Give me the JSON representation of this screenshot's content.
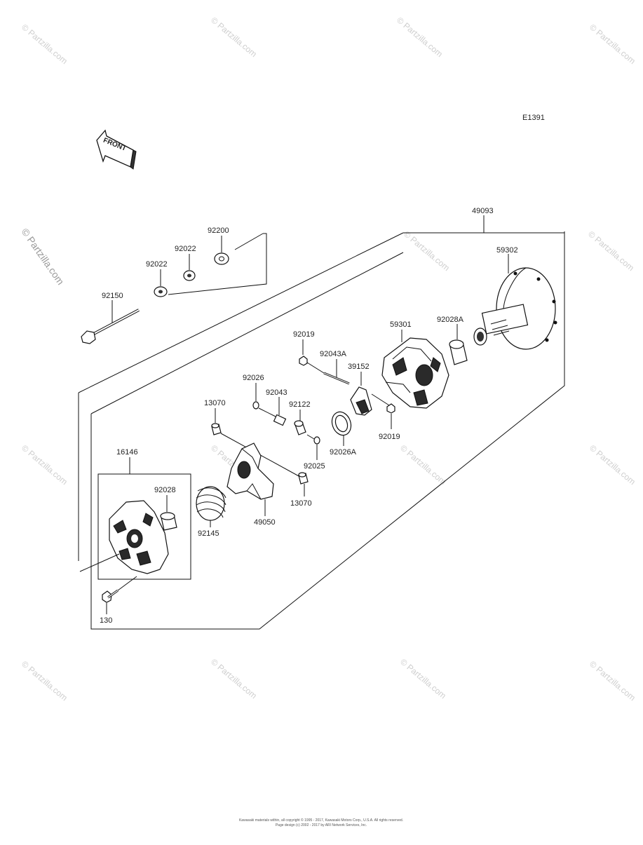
{
  "diagram_code": "E1391",
  "front_label": "FRONT",
  "watermark": "© Partzilla.com",
  "copyright_line1": "Kawasaki materials within, all copyright © 1995 - 2017, Kawasaki Motors Corp., U.S.A. All rights reserved.",
  "copyright_line2": "Page design (c) 2002 - 2017 by ARI Network Services, Inc.",
  "parts": {
    "p49093": "49093",
    "p59302": "59302",
    "p92200": "92200",
    "p92022a": "92022",
    "p92022b": "92022",
    "p92150": "92150",
    "p92019a": "92019",
    "p92043a": "92043A",
    "p59301": "59301",
    "p92028a": "92028A",
    "p39152": "39152",
    "p92026": "92026",
    "p92043": "92043",
    "p92122": "92122",
    "p13070a": "13070",
    "p92019b": "92019",
    "p92026a": "92026A",
    "p92025": "92025",
    "p16146": "16146",
    "p92028": "92028",
    "p13070b": "13070",
    "p92145": "92145",
    "p49050": "49050",
    "p130": "130"
  }
}
